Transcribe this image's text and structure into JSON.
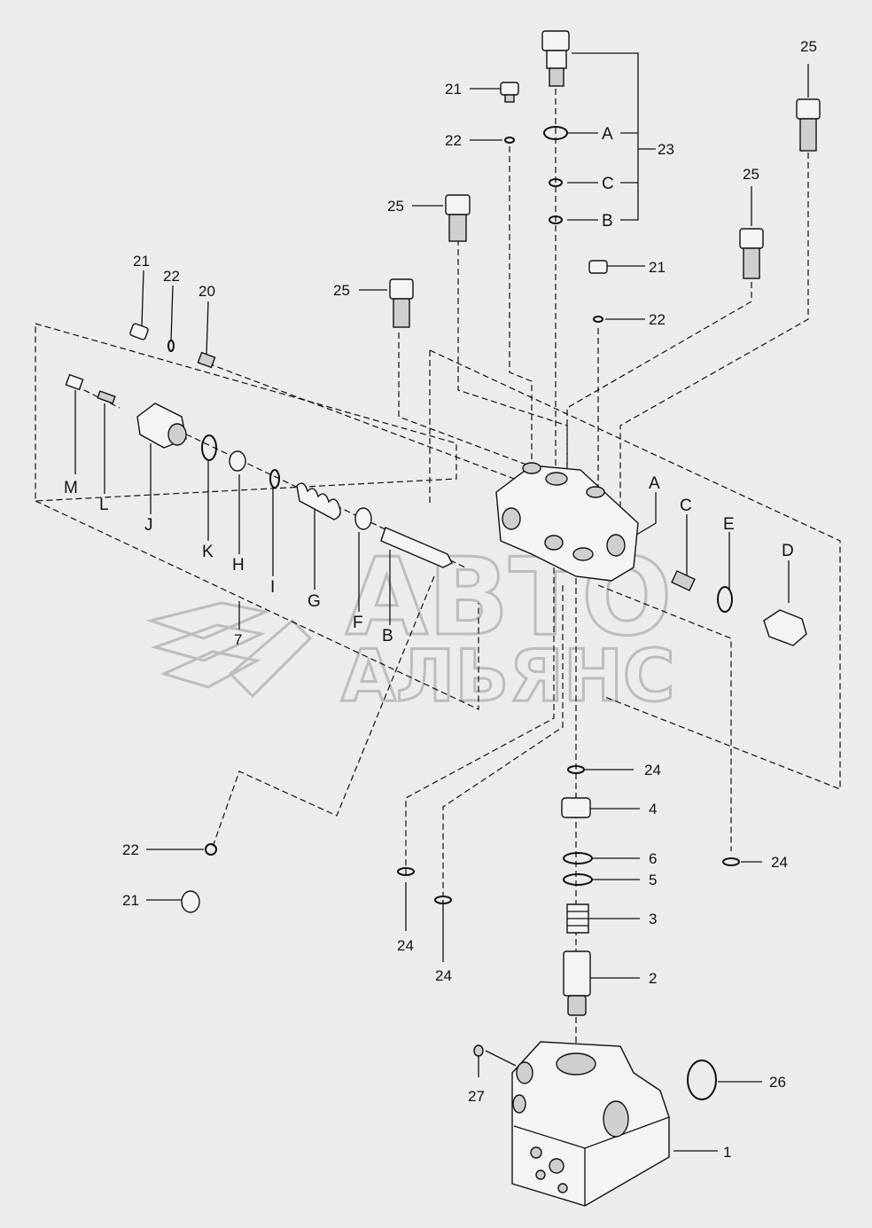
{
  "watermark": {
    "line1": "АВТО",
    "line2": "АЛЬЯНС"
  },
  "callouts": {
    "top_21": "21",
    "top_22": "22",
    "top_25a": "25",
    "top_25b": "25",
    "top_25c": "25",
    "top_25d": "25",
    "top_21b": "21",
    "top_22b": "22",
    "top_23": "23",
    "top_A": "A",
    "top_C": "C",
    "top_B": "B",
    "left_21": "21",
    "left_22": "22",
    "left_20": "20",
    "M": "M",
    "L": "L",
    "J": "J",
    "K": "K",
    "H": "H",
    "I": "I",
    "G": "G",
    "F": "F",
    "B": "B",
    "seven": "7",
    "right_A": "A",
    "right_C": "C",
    "right_E": "E",
    "right_D": "D",
    "p24a": "24",
    "p4": "4",
    "p6": "6",
    "p5": "5",
    "p3": "3",
    "p2": "2",
    "p24b": "24",
    "p24c": "24",
    "p24d": "24",
    "low_22": "22",
    "low_21": "21",
    "p27": "27",
    "p26": "26",
    "p1": "1"
  }
}
